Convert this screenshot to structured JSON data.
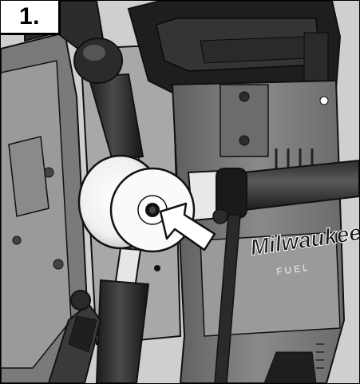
{
  "step": {
    "number_label": "1."
  },
  "illustration": {
    "subject": "magnetic drill feed handle hub with locking screw",
    "brand_mark": "Milwaukee",
    "series_mark": "FUEL",
    "palette": {
      "outline": "#111111",
      "dark_body": "#2a2a2a",
      "mid_grey": "#8c8c8c",
      "light_grey": "#c8c8c8",
      "hub_white": "#f4f4f4",
      "background": "#d6d6d6"
    },
    "icons": [
      "pointer-arrow-icon",
      "hex-socket-screw-icon"
    ]
  }
}
